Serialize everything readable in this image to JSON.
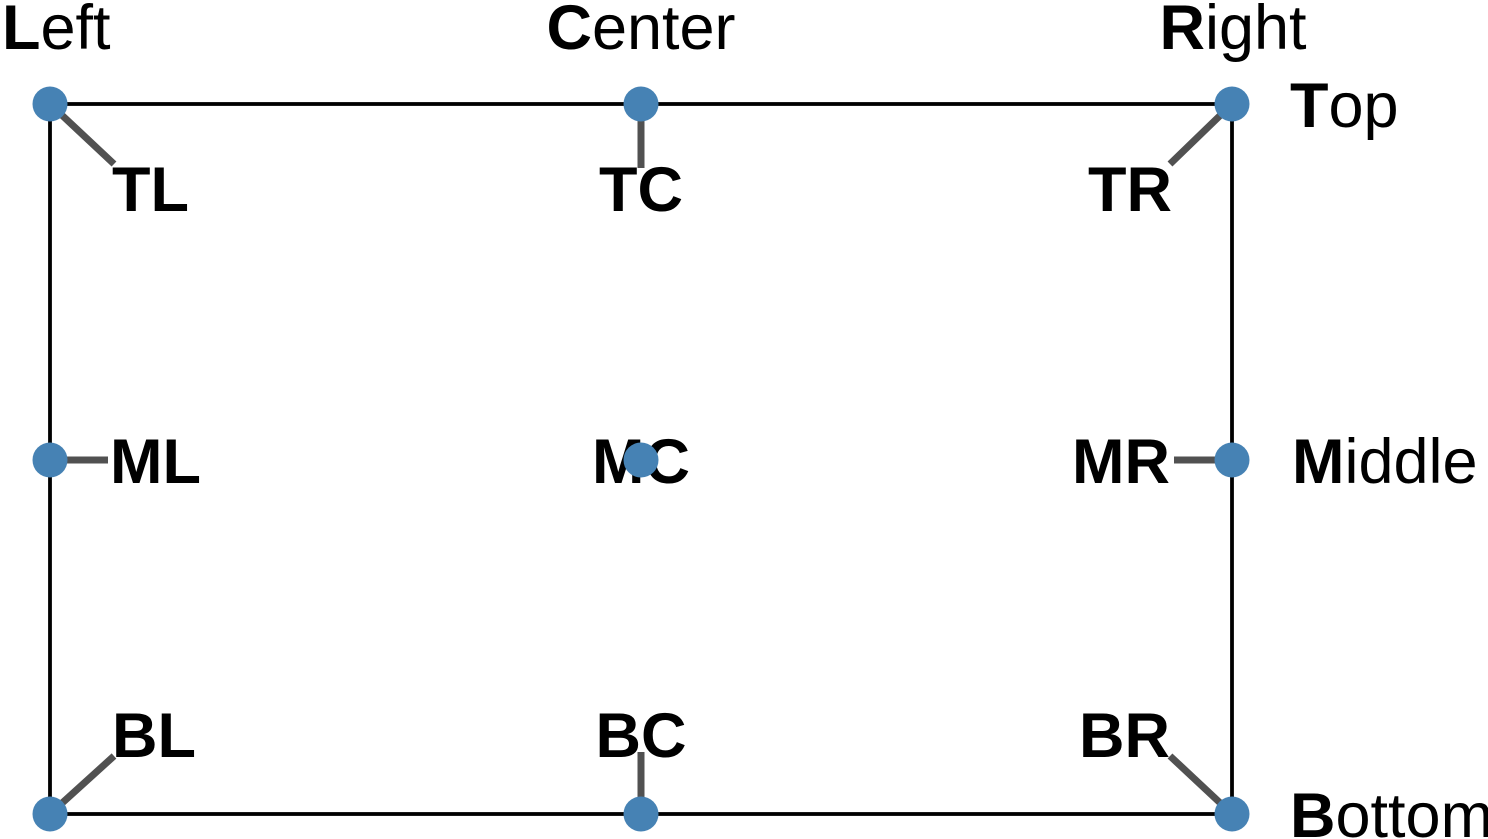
{
  "diagram": {
    "description": "anchor-alignment-reference",
    "colors": {
      "point": "#4682b4",
      "connector": "#515151",
      "frame": "#000000",
      "text": "#000000",
      "background": "#ffffff"
    },
    "edge_labels": {
      "left": {
        "bold": "L",
        "rest": "eft"
      },
      "center": {
        "bold": "C",
        "rest": "enter"
      },
      "right": {
        "bold": "R",
        "rest": "ight"
      },
      "top": {
        "bold": "T",
        "rest": "op"
      },
      "middle": {
        "bold": "M",
        "rest": "iddle"
      },
      "bottom": {
        "bold": "B",
        "rest": "ottom"
      }
    },
    "anchors": {
      "tl": "TL",
      "tc": "TC",
      "tr": "TR",
      "ml": "ML",
      "mc": "MC",
      "mr": "MR",
      "bl": "BL",
      "bc": "BC",
      "br": "BR"
    }
  }
}
